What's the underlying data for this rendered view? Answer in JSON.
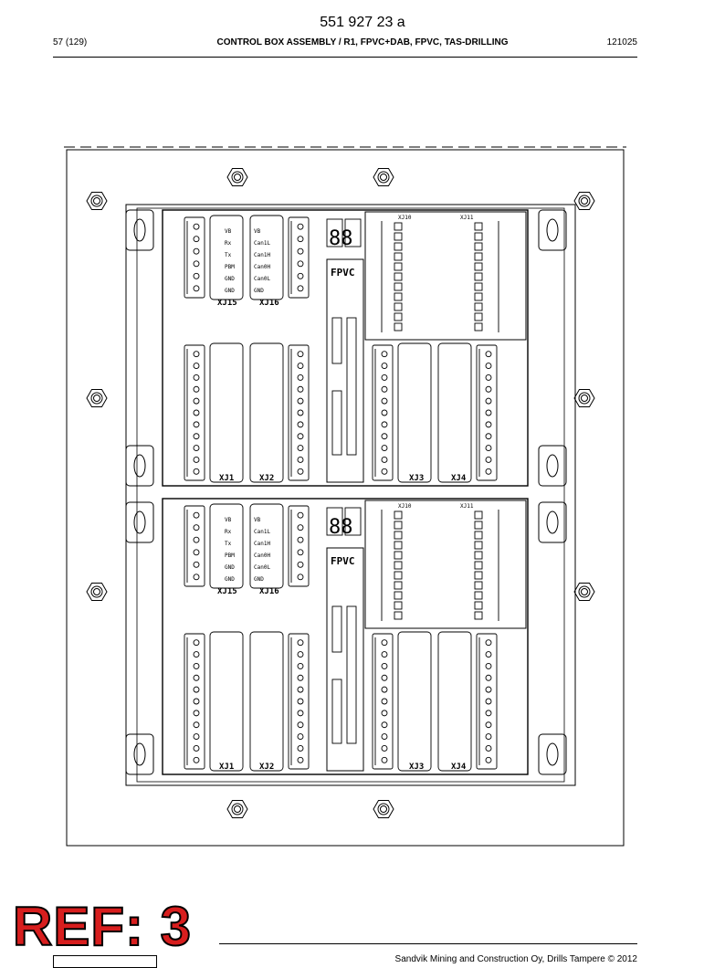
{
  "header": {
    "doc_number": "551 927 23 a",
    "page": "57 (129)",
    "title": "CONTROL BOX ASSEMBLY / R1, FPVC+DAB, FPVC, TAS-DRILLING",
    "date": "121025"
  },
  "drawing": {
    "module_label": "FPVC",
    "display_digits": "88",
    "connectors": {
      "xj15": "XJ15",
      "xj16": "XJ16",
      "xj10": "XJ10",
      "xj11": "XJ11",
      "xj1": "XJ1",
      "xj2": "XJ2",
      "xj3": "XJ3",
      "xj4": "XJ4"
    },
    "xj15_pins": [
      "VB",
      "Rx",
      "Tx",
      "PBM",
      "GND",
      "GND"
    ],
    "xj16_pins": [
      "VB",
      "Can1L",
      "Can1H",
      "Can0H",
      "Can0L",
      "GND"
    ]
  },
  "ref_stamp": "REF: 3",
  "footer": {
    "copyright": "Sandvik Mining and Construction Oy, Drills Tampere © 2012"
  }
}
